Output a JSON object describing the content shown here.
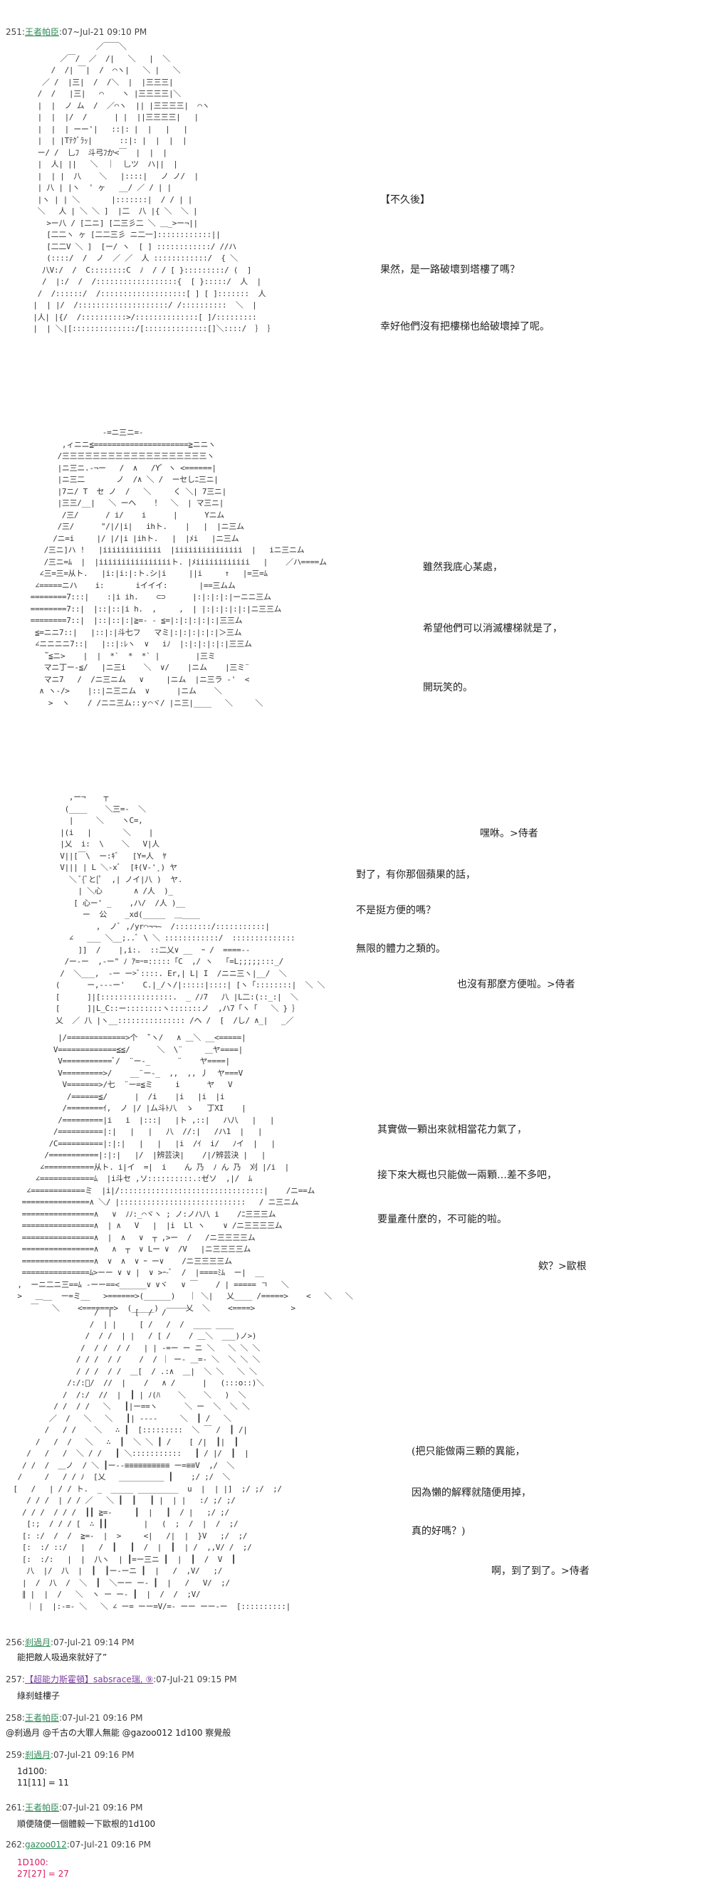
{
  "posts": [
    {
      "num": "251",
      "name": "王者帕臣",
      "date": "07~Jul-21 09:10 PM"
    },
    {
      "num": "256",
      "name": "刹過月",
      "date": "07-Jul-21 09:14 PM",
      "body": "能把敵人吸過來就好了”"
    },
    {
      "num": "257",
      "name": "【超能力斯霍頓】sabsrace瑞, ⑨",
      "date": "07-Jul-21 09:15 PM",
      "body": "綠刹蛙樓子"
    },
    {
      "num": "258",
      "name": "王者帕臣",
      "date": "07-Jul-21 09:16 PM",
      "body": "@刹過月 @千古の大罪人無能 @gazoo012 1d100 察覺般"
    },
    {
      "num": "259",
      "name": "刹過月",
      "date": "07-Jul-21 09:16 PM",
      "body": "1d100:\n11[11] = 11"
    },
    {
      "num": "261",
      "name": "王者帕臣",
      "date": "07-Jul-21 09:16 PM",
      "body": "順便隨便一個體毅一下歐根的1d100"
    },
    {
      "num": "262",
      "name": "gazoo012",
      "date": "07-Jul-21 09:16 PM",
      "body": "1D100:\n27[27] = 27"
    }
  ],
  "panels": [
    {
      "lines": [
        "【不久後】",
        "果然，是一路破壞到塔樓了嗎？",
        "幸好他們沒有把樓梯也給破壞掉了呢。"
      ]
    },
    {
      "lines": [
        "雖然我底心某處，",
        "希望他們可以消滅樓梯就是了，",
        "開玩笑的。"
      ]
    },
    {
      "lines": [
        "嘿咻。>侍者",
        "對了，有你那個蘋果的話，",
        "不是挺方便的嗎？",
        "無限的體力之類的。",
        "也沒有那麼方便啦。>侍者"
      ]
    },
    {
      "lines": [
        "其實做一顆出來就相當花力氣了，",
        "接下來大概也只能做一兩顆…差不多吧，",
        "要量產什麼的，不可能的啦。",
        "欸？>歐根"
      ]
    },
    {
      "lines": [
        "(把只能做兩三顆的異能，",
        "因為懶的解釋就隨便用掉，",
        "真的好嗎？)",
        "啊，到了到了。>侍者"
      ]
    }
  ]
}
